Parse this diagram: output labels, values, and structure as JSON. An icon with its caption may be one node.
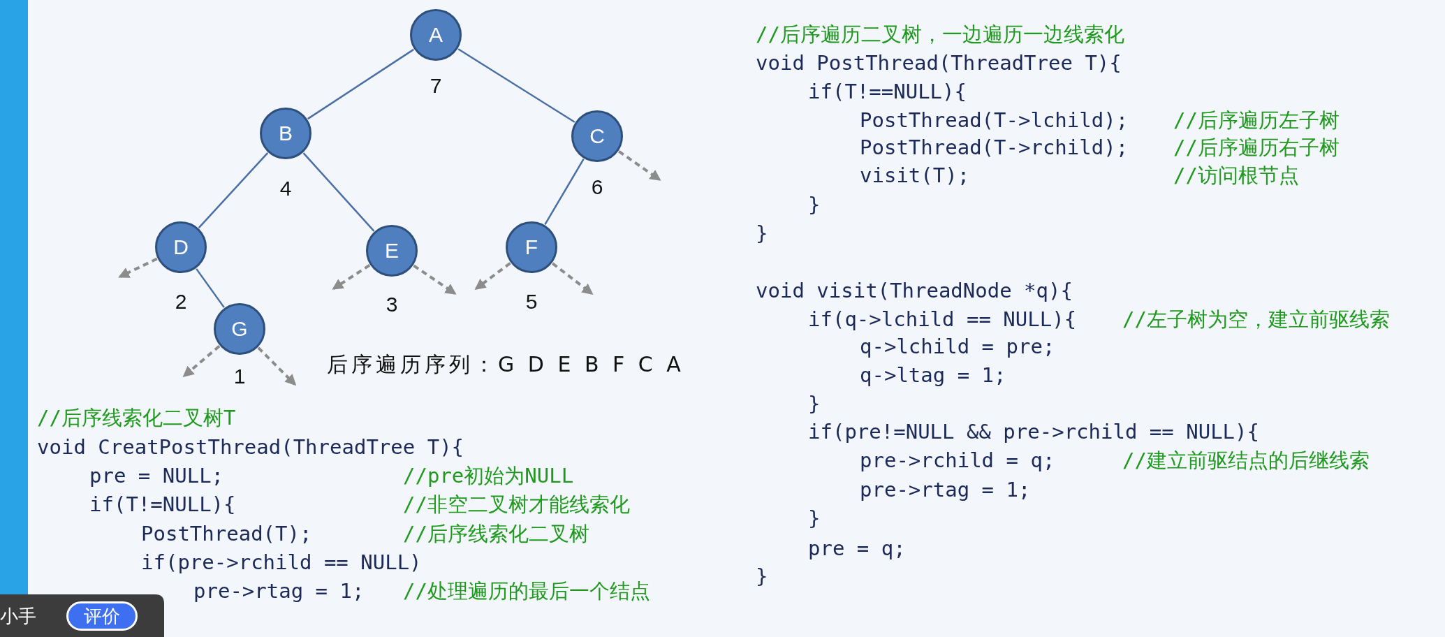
{
  "diagram": {
    "nodes": [
      {
        "text": [
          "A"
        ],
        "beside": [
          "7"
        ]
      },
      {
        "text": [
          "B"
        ],
        "beside": [
          "4"
        ]
      },
      {
        "text": [
          "C"
        ],
        "beside": [
          "6"
        ]
      },
      {
        "text": [
          "D"
        ],
        "beside": [
          "2"
        ]
      },
      {
        "text": [
          "E"
        ],
        "beside": [
          "3"
        ]
      },
      {
        "text": [
          "F"
        ],
        "beside": [
          "5"
        ]
      },
      {
        "text": [
          "G"
        ],
        "beside": [
          "1"
        ]
      }
    ],
    "edges": [
      {
        "from": 0,
        "to": 1,
        "arrow": "none",
        "color": "#4a6fa5"
      },
      {
        "from": 0,
        "to": 2,
        "arrow": "none",
        "color": "#4a6fa5"
      },
      {
        "from": 1,
        "to": 3,
        "arrow": "none",
        "color": "#4a6fa5"
      },
      {
        "from": 1,
        "to": 4,
        "arrow": "none",
        "color": "#4a6fa5"
      },
      {
        "from": 2,
        "to": 5,
        "arrow": "none",
        "color": "#4a6fa5"
      },
      {
        "from": 3,
        "to": 6,
        "arrow": "none",
        "color": "#4a6fa5"
      },
      {
        "from": 2,
        "to": null,
        "arrow": "to",
        "style": "dashed",
        "color": "#8c8c8c"
      },
      {
        "from": 3,
        "to": null,
        "arrow": "to",
        "style": "dashed",
        "color": "#8c8c8c"
      },
      {
        "from": 4,
        "to": null,
        "arrow": "to",
        "style": "dashed",
        "color": "#8c8c8c"
      },
      {
        "from": 4,
        "to": null,
        "arrow": "to",
        "style": "dashed",
        "color": "#8c8c8c"
      },
      {
        "from": 5,
        "to": null,
        "arrow": "to",
        "style": "dashed",
        "color": "#8c8c8c"
      },
      {
        "from": 5,
        "to": null,
        "arrow": "to",
        "style": "dashed",
        "color": "#8c8c8c"
      },
      {
        "from": 6,
        "to": null,
        "arrow": "to",
        "style": "dashed",
        "color": "#8c8c8c"
      },
      {
        "from": 6,
        "to": null,
        "arrow": "to",
        "style": "dashed",
        "color": "#8c8c8c"
      }
    ],
    "labels": [
      "后序遍历序列：G D E B F C A",
      "//后序线索化二叉树T",
      "void CreatPostThread(ThreadTree T){",
      "pre = NULL;",
      "//pre初始为NULL",
      "if(T!=NULL){",
      "//非空二叉树才能线索化",
      "PostThread(T);",
      "//后序线索化二叉树",
      "if(pre->rchild == NULL)",
      "pre->rtag = 1;",
      "//处理遍历的最后一个结点",
      "//后序遍历二叉树，一边遍历一边线索化",
      "void PostThread(ThreadTree T){",
      "if(T!==NULL){",
      "PostThread(T->lchild);",
      "//后序遍历左子树",
      "PostThread(T->rchild);",
      "//后序遍历右子树",
      "visit(T);",
      "//访问根节点",
      "}",
      "}",
      "void visit(ThreadNode *q){",
      "if(q->lchild == NULL){",
      "//左子树为空，建立前驱线索",
      "q->lchild = pre;",
      "q->ltag = 1;",
      "}",
      "if(pre!=NULL && pre->rchild == NULL){",
      "pre->rchild = q;",
      "//建立前驱结点的后继线索",
      "pre->rtag = 1;",
      "}",
      "pre = q;",
      "}",
      "小手",
      "评价"
    ]
  }
}
